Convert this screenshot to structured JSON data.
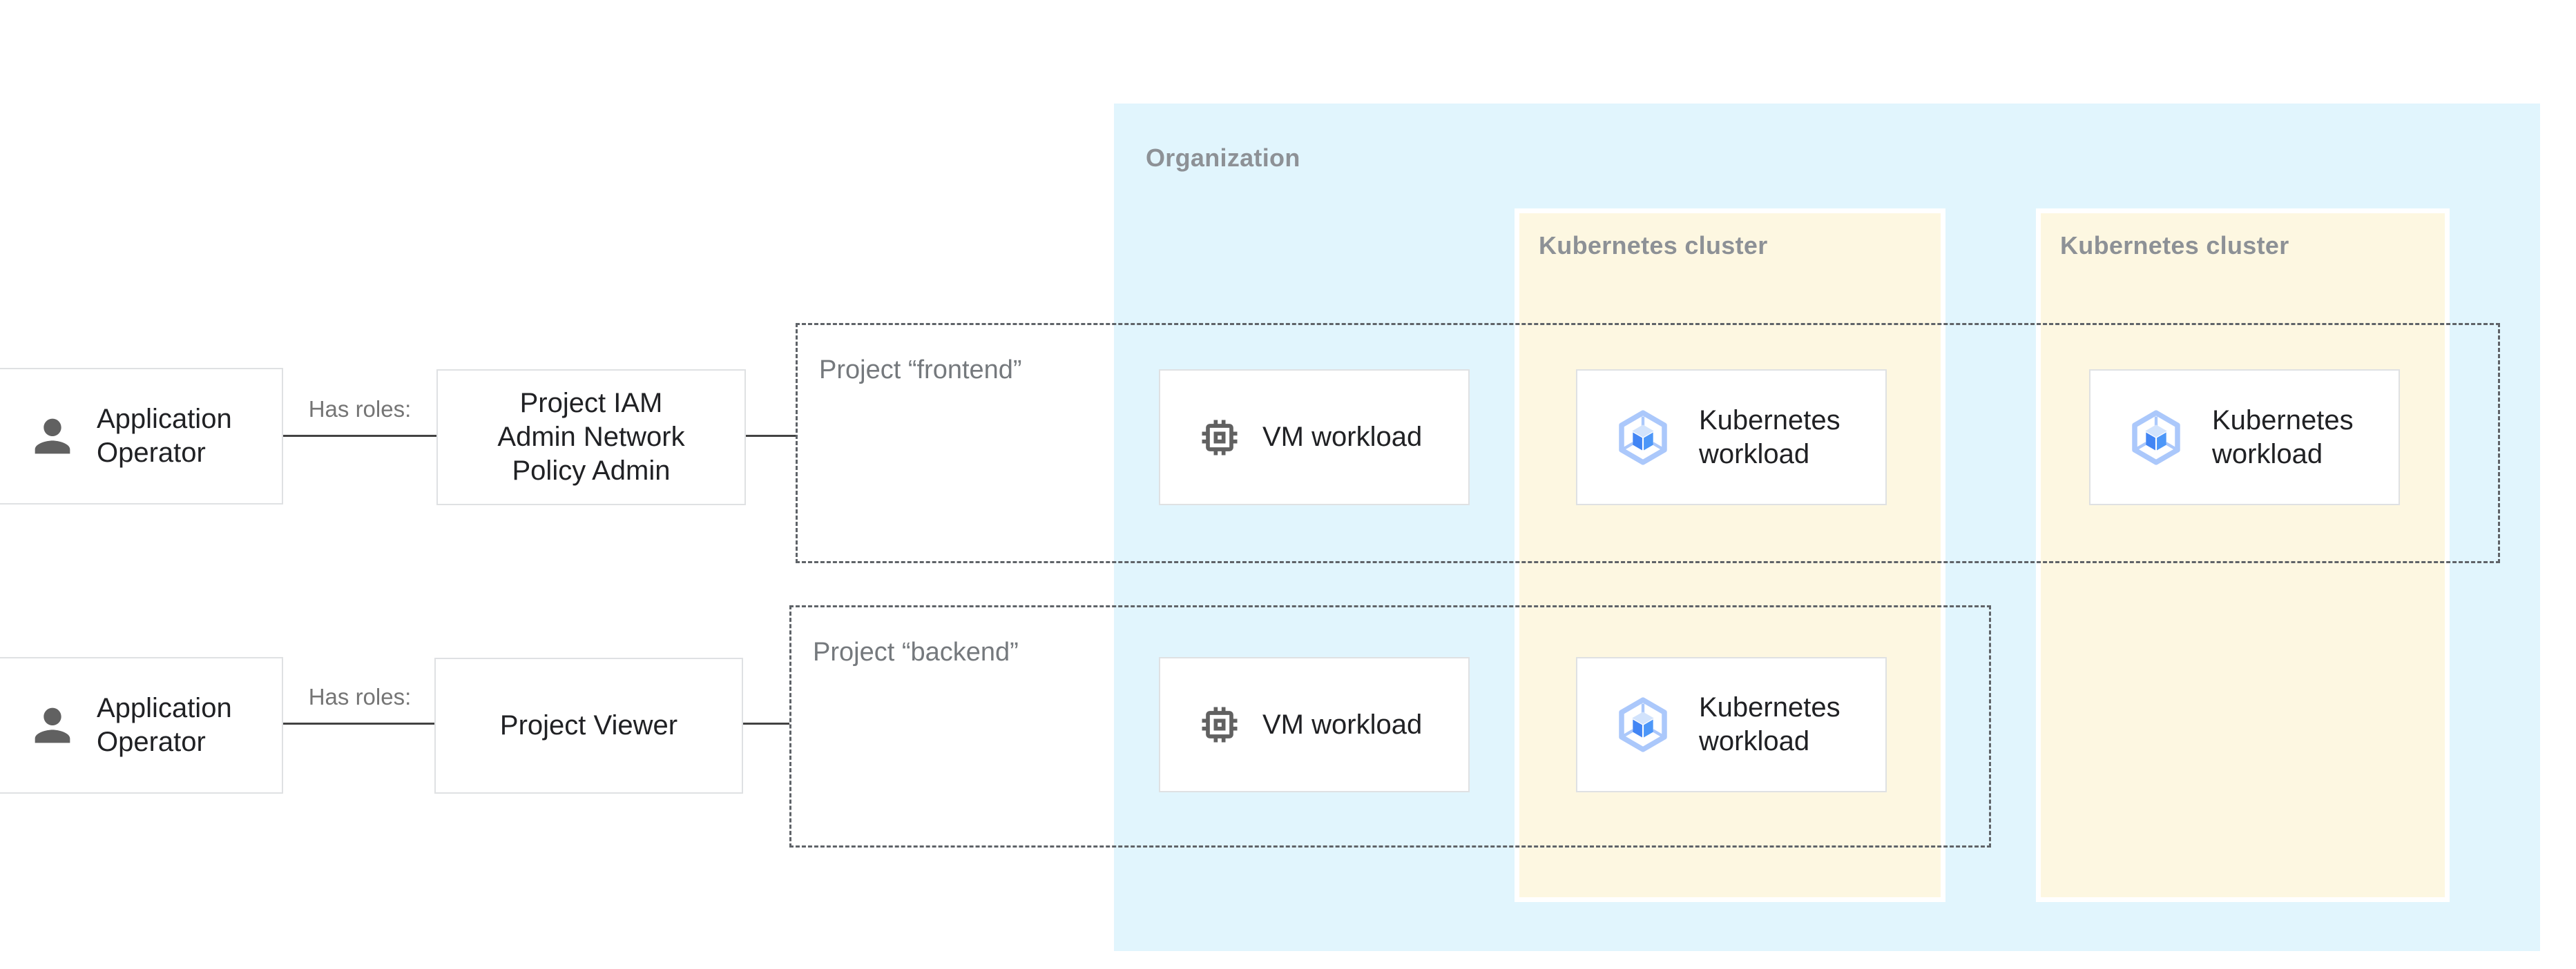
{
  "organization": {
    "label": "Organization"
  },
  "clusters": {
    "first": {
      "label": "Kubernetes cluster"
    },
    "second": {
      "label": "Kubernetes cluster"
    }
  },
  "projects": {
    "frontend": {
      "label": "Project “frontend”"
    },
    "backend": {
      "label": "Project “backend”"
    }
  },
  "row1": {
    "actor_label": "Application Operator",
    "has_roles_label": "Has roles:",
    "role_label": "Project IAM\nAdmin Network\nPolicy Admin",
    "vm_label": "VM workload",
    "k8s_cluster1_label": "Kubernetes workload",
    "k8s_cluster2_label": "Kubernetes workload"
  },
  "row2": {
    "actor_label": "Application Operator",
    "has_roles_label": "Has roles:",
    "role_label": "Project Viewer",
    "vm_label": "VM workload",
    "k8s_cluster1_label": "Kubernetes workload"
  },
  "colors": {
    "organization_bg": "#e1f5fd",
    "cluster_bg": "#fdf7e1",
    "zone_label_text": "#8d9196",
    "muted_label_text": "#757575",
    "node_text": "#202124",
    "node_border": "#dfe1e3",
    "dashed_border": "#5f6368",
    "connector": "#424242",
    "person_icon": "#616161",
    "vm_icon": "#616161",
    "gke_hexagon": "#abc8fb",
    "gke_cube_top": "#d2e3fc",
    "gke_cube_left": "#4285f4",
    "gke_cube_right": "#4d97f8"
  }
}
